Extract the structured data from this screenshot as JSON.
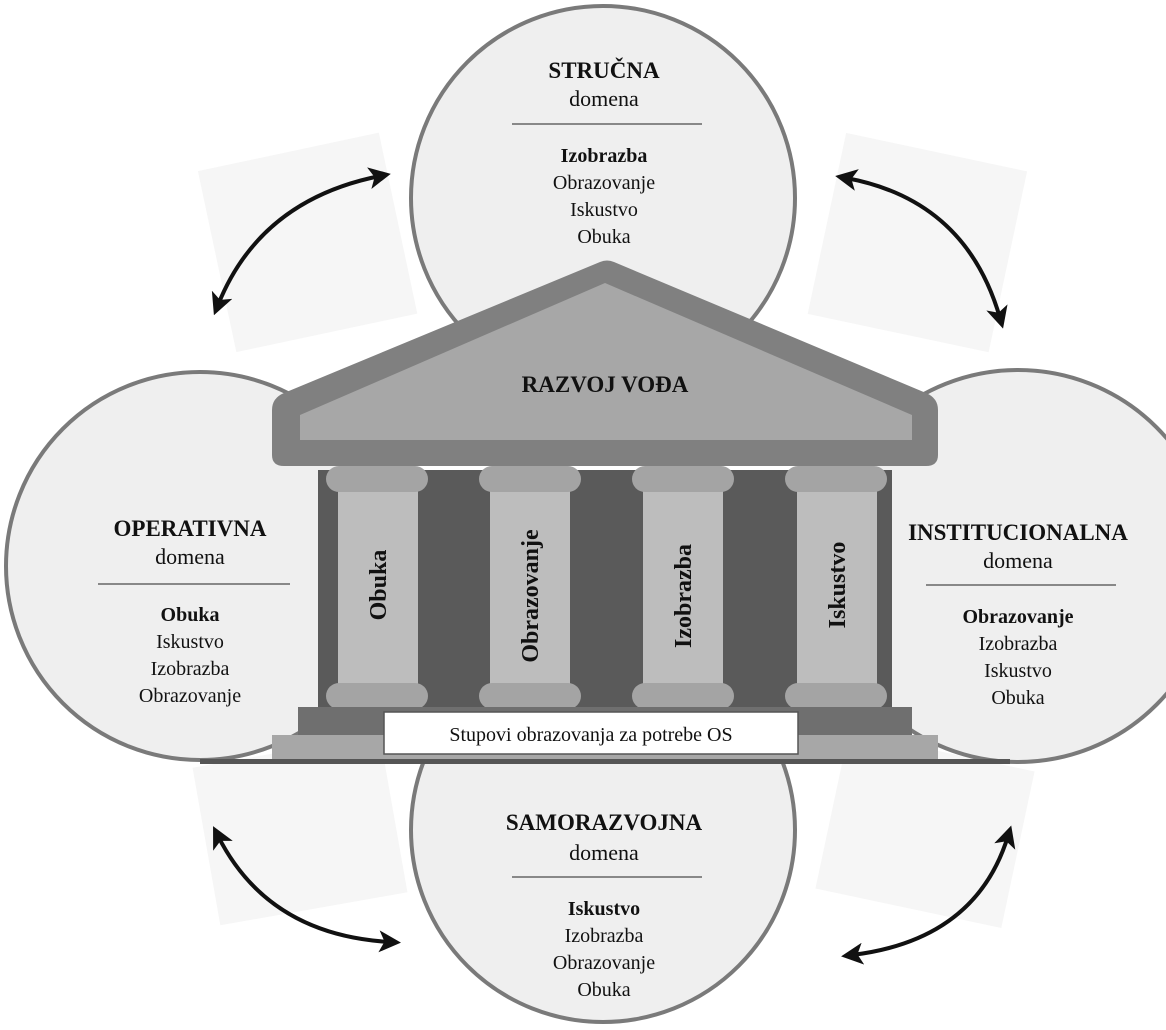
{
  "temple": {
    "title": "RAZVOJ VOĐA",
    "base_label": "Stupovi obrazovanja za potrebe OS",
    "pillars": [
      "Obuka",
      "Obrazovanje",
      "Izobrazba",
      "Iskustvo"
    ]
  },
  "domains": {
    "top": {
      "title": "STRUČNA",
      "subtitle": "domena",
      "primary": "Izobrazba",
      "items": [
        "Obrazovanje",
        "Iskustvo",
        "Obuka"
      ]
    },
    "left": {
      "title": "OPERATIVNA",
      "subtitle": "domena",
      "primary": "Obuka",
      "items": [
        "Iskustvo",
        "Izobrazba",
        "Obrazovanje"
      ]
    },
    "right": {
      "title": "INSTITUCIONALNA",
      "subtitle": "domena",
      "primary": "Obrazovanje",
      "items": [
        "Izobrazba",
        "Iskustvo",
        "Obuka"
      ]
    },
    "bottom": {
      "title": "SAMORAZVOJNA",
      "subtitle": "domena",
      "primary": "Iskustvo",
      "items": [
        "Izobrazba",
        "Obrazovanje",
        "Obuka"
      ]
    }
  },
  "colors": {
    "circle_fill": "#efefef",
    "circle_stroke": "#7a7a7a",
    "roof_outer": "#808080",
    "roof_inner": "#a7a7a7",
    "pillar": "#bdbdbd",
    "capital": "#a4a4a4",
    "temple_back": "#5a5a5a",
    "arrow": "#111111"
  }
}
